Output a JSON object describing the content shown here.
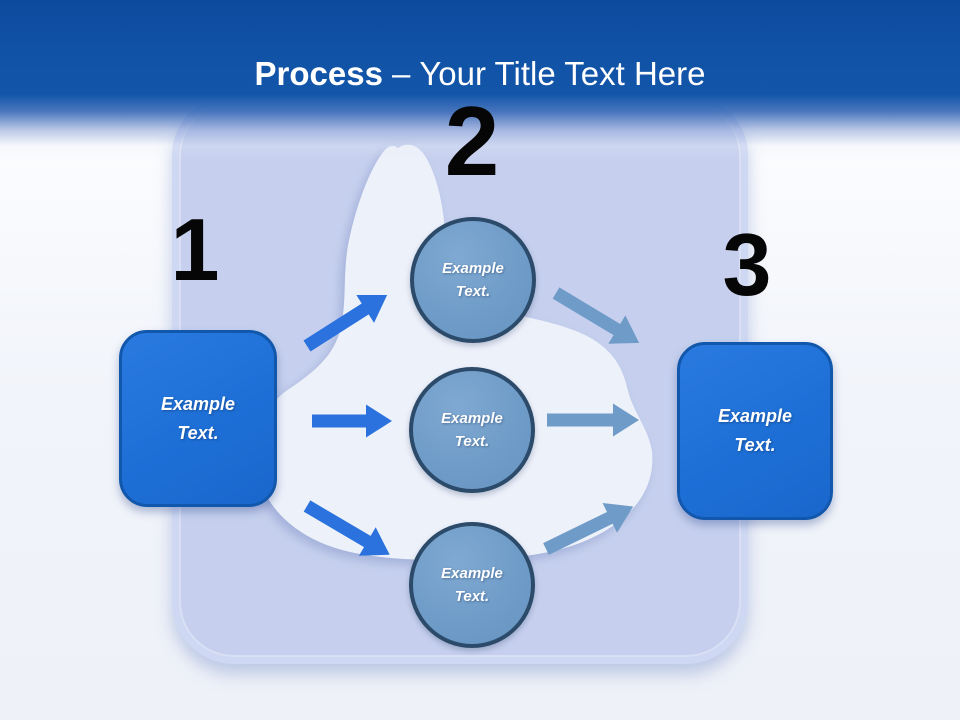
{
  "title": {
    "lead": "Process",
    "dash": "–",
    "rest": "Your Title Text Here"
  },
  "steps": {
    "one": {
      "number": "1",
      "label": "Example Text."
    },
    "two": {
      "number": "2"
    },
    "three": {
      "number": "3",
      "label": "Example Text."
    }
  },
  "circles": [
    {
      "label": "Example Text."
    },
    {
      "label": "Example Text."
    },
    {
      "label": "Example Text."
    }
  ],
  "icons": {
    "center_graphic": "thumbs-up-silhouette",
    "flow_arrows": "right-arrow"
  },
  "colors": {
    "header_blue": "#1153a7",
    "panel_lavender": "#c6d0ee",
    "node_fill": "#6f9bc8",
    "node_border": "#2c4a69",
    "arrow_primary": "#2b72de",
    "arrow_secondary": "#6f9bc8",
    "box_fill": "#1d6fd6",
    "box_border": "#1157ab",
    "number_color": "#060606",
    "title_color": "#ffffff"
  }
}
